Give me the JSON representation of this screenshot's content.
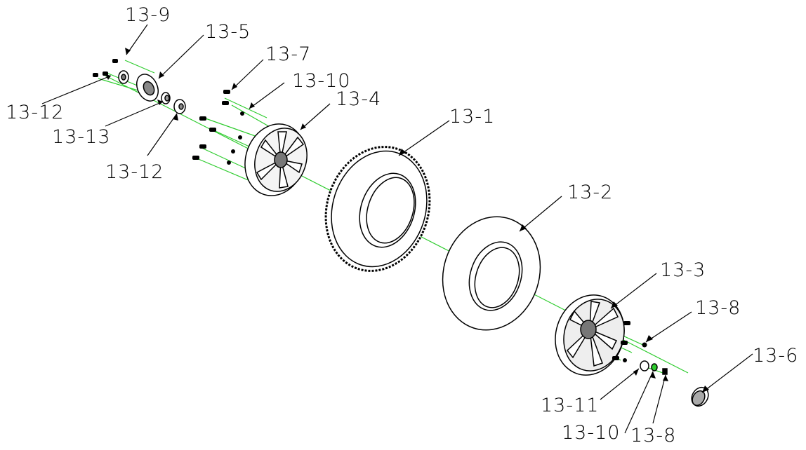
{
  "diagram": {
    "type": "exploded-parts-view",
    "colors": {
      "line": "#000000",
      "axis": "#2ecc2e",
      "background": "#ffffff"
    },
    "parts": [
      {
        "id": "13-1",
        "label": "13-1"
      },
      {
        "id": "13-2",
        "label": "13-2"
      },
      {
        "id": "13-3",
        "label": "13-3"
      },
      {
        "id": "13-4",
        "label": "13-4"
      },
      {
        "id": "13-5",
        "label": "13-5"
      },
      {
        "id": "13-6",
        "label": "13-6"
      },
      {
        "id": "13-7",
        "label": "13-7"
      },
      {
        "id": "13-8a",
        "label": "13-8"
      },
      {
        "id": "13-8b",
        "label": "13-8"
      },
      {
        "id": "13-9",
        "label": "13-9"
      },
      {
        "id": "13-10a",
        "label": "13-10"
      },
      {
        "id": "13-10b",
        "label": "13-10"
      },
      {
        "id": "13-11",
        "label": "13-11"
      },
      {
        "id": "13-12a",
        "label": "13-12"
      },
      {
        "id": "13-12b",
        "label": "13-12"
      },
      {
        "id": "13-13",
        "label": "13-13"
      }
    ]
  }
}
